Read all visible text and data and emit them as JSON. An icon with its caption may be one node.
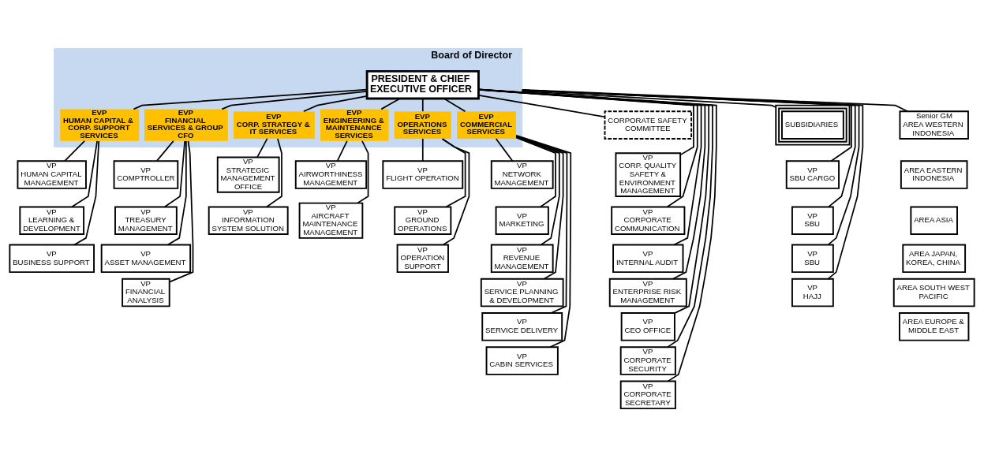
{
  "diagram": {
    "nodes": [
      {
        "text": [
          "Board of Director"
        ]
      },
      {
        "text": [
          "PRESIDENT & CHIEF EXECUTIVE OFFICER"
        ],
        "in": 0
      },
      {
        "text": [
          "EVP",
          "HUMAN CAPITAL & CORP. SUPPORT SERVICES"
        ],
        "in": 0
      },
      {
        "text": [
          "EVP",
          "FINANCIAL SERVICES & GROUP CFO"
        ],
        "in": 0
      },
      {
        "text": [
          "EVP",
          "CORP. STRATEGY & IT SERVICES"
        ],
        "in": 0
      },
      {
        "text": [
          "EVP",
          "ENGINEERING & MAINTENANCE SERVICES"
        ],
        "in": 0
      },
      {
        "text": [
          "EVP",
          "OPERATIONS SERVICES"
        ],
        "in": 0
      },
      {
        "text": [
          "EVP",
          "COMMERCIAL SERVICES"
        ],
        "in": 0
      },
      {
        "text": [
          "CORPORATE SAFETY COMMITTEE"
        ]
      },
      {
        "text": [
          "VP",
          "CORP. QUALITY SAFETY & ENVIRONMENT MANAGEMENT"
        ]
      },
      {
        "text": [
          "VP",
          "CORPORATE COMMUNICATION"
        ]
      },
      {
        "text": [
          "VP",
          "INTERNAL AUDIT"
        ]
      },
      {
        "text": [
          "VP",
          "ENTERPRISE RISK MANAGEMENT"
        ]
      },
      {
        "text": [
          "VP",
          "CEO OFFICE"
        ]
      },
      {
        "text": [
          "VP",
          "CORPORATE SECURITY"
        ]
      },
      {
        "text": [
          "VP",
          "CORPORATE SECRETARY"
        ]
      },
      {
        "text": [
          "SUBSIDIARIES"
        ]
      },
      {
        "text": [
          "VP",
          "SBU CARGO"
        ]
      },
      {
        "text": [
          "VP",
          "SBU"
        ]
      },
      {
        "text": [
          "VP",
          "SBU"
        ]
      },
      {
        "text": [
          "VP",
          "HAJJ"
        ]
      },
      {
        "text": [
          "Senior GM",
          "AREA WESTERN INDONESIA"
        ]
      },
      {
        "text": [
          "AREA EASTERN INDONESIA"
        ]
      },
      {
        "text": [
          "AREA ASIA"
        ]
      },
      {
        "text": [
          "AREA JAPAN, KOREA, CHINA"
        ]
      },
      {
        "text": [
          "AREA SOUTH WEST PACIFIC"
        ]
      },
      {
        "text": [
          "AREA EUROPE & MIDDLE EAST"
        ]
      },
      {
        "text": [
          "VP",
          "HUMAN CAPITAL MANAGEMENT"
        ]
      },
      {
        "text": [
          "VP",
          "LEARNING & DEVELOPMENT"
        ]
      },
      {
        "text": [
          "VP",
          "BUSINESS SUPPORT"
        ]
      },
      {
        "text": [
          "VP",
          "COMPTROLLER"
        ]
      },
      {
        "text": [
          "VP",
          "TREASURY MANAGEMENT"
        ]
      },
      {
        "text": [
          "VP",
          "ASSET MANAGEMENT"
        ]
      },
      {
        "text": [
          "VP",
          "FINANCIAL ANALYSIS"
        ]
      },
      {
        "text": [
          "VP",
          "STRATEGIC MANAGEMENT OFFICE"
        ]
      },
      {
        "text": [
          "VP",
          "INFORMATION SYSTEM SOLUTION"
        ]
      },
      {
        "text": [
          "VP",
          "AIRWORTHINESS MANAGEMENT"
        ]
      },
      {
        "text": [
          "VP",
          "AIRCRAFT MAINTENANCE MANAGEMENT"
        ]
      },
      {
        "text": [
          "VP",
          "FLIGHT OPERATION"
        ]
      },
      {
        "text": [
          "VP",
          "GROUND OPERATIONS"
        ]
      },
      {
        "text": [
          "VP",
          "OPERATION SUPPORT"
        ]
      },
      {
        "text": [
          "VP",
          "NETWORK MANAGEMENT"
        ]
      },
      {
        "text": [
          "VP",
          "MARKETING"
        ]
      },
      {
        "text": [
          "VP",
          "REVENUE MANAGEMENT"
        ]
      },
      {
        "text": [
          "VP",
          "SERVICE PLANNING & DEVELOPMENT"
        ]
      },
      {
        "text": [
          "VP",
          "SERVICE DELIVERY"
        ]
      },
      {
        "text": [
          "VP",
          "CABIN SERVICES"
        ]
      }
    ],
    "edges": [
      {
        "from": 1,
        "to": 2,
        "arrow": "none"
      },
      {
        "from": 1,
        "to": 3,
        "arrow": "none"
      },
      {
        "from": 1,
        "to": 4,
        "arrow": "none"
      },
      {
        "from": 1,
        "to": 5,
        "arrow": "none"
      },
      {
        "from": 1,
        "to": 6,
        "arrow": "none"
      },
      {
        "from": 1,
        "to": 7,
        "arrow": "none"
      },
      {
        "from": 1,
        "to": 8,
        "arrow": "none"
      },
      {
        "from": 1,
        "to": 9,
        "arrow": "none"
      },
      {
        "from": 1,
        "to": 10,
        "arrow": "none"
      },
      {
        "from": 1,
        "to": 11,
        "arrow": "none"
      },
      {
        "from": 1,
        "to": 12,
        "arrow": "none"
      },
      {
        "from": 1,
        "to": 13,
        "arrow": "none"
      },
      {
        "from": 1,
        "to": 14,
        "arrow": "none"
      },
      {
        "from": 1,
        "to": 15,
        "arrow": "none"
      },
      {
        "from": 0,
        "to": 16,
        "arrow": "none"
      },
      {
        "from": 0,
        "to": 17,
        "arrow": "none"
      },
      {
        "from": 0,
        "to": 18,
        "arrow": "none"
      },
      {
        "from": 0,
        "to": 19,
        "arrow": "none"
      },
      {
        "from": 0,
        "to": 20,
        "arrow": "none"
      },
      {
        "from": 0,
        "to": 21,
        "arrow": "none"
      },
      {
        "from": 2,
        "to": 27,
        "arrow": "none"
      },
      {
        "from": 2,
        "to": 28,
        "arrow": "none"
      },
      {
        "from": 2,
        "to": 29,
        "arrow": "none"
      },
      {
        "from": 3,
        "to": 30,
        "arrow": "none"
      },
      {
        "from": 3,
        "to": 31,
        "arrow": "none"
      },
      {
        "from": 3,
        "to": 32,
        "arrow": "none"
      },
      {
        "from": 3,
        "to": 33,
        "arrow": "none"
      },
      {
        "from": 4,
        "to": 34,
        "arrow": "none"
      },
      {
        "from": 4,
        "to": 35,
        "arrow": "none"
      },
      {
        "from": 5,
        "to": 36,
        "arrow": "none"
      },
      {
        "from": 5,
        "to": 37,
        "arrow": "none"
      },
      {
        "from": 6,
        "to": 38,
        "arrow": "none"
      },
      {
        "from": 6,
        "to": 39,
        "arrow": "none"
      },
      {
        "from": 6,
        "to": 40,
        "arrow": "none"
      },
      {
        "from": 7,
        "to": 41,
        "arrow": "none"
      },
      {
        "from": 7,
        "to": 42,
        "arrow": "none"
      },
      {
        "from": 7,
        "to": 43,
        "arrow": "none"
      },
      {
        "from": 7,
        "to": 44,
        "arrow": "none"
      },
      {
        "from": 7,
        "to": 45,
        "arrow": "none"
      },
      {
        "from": 7,
        "to": 46,
        "arrow": "none"
      }
    ]
  }
}
